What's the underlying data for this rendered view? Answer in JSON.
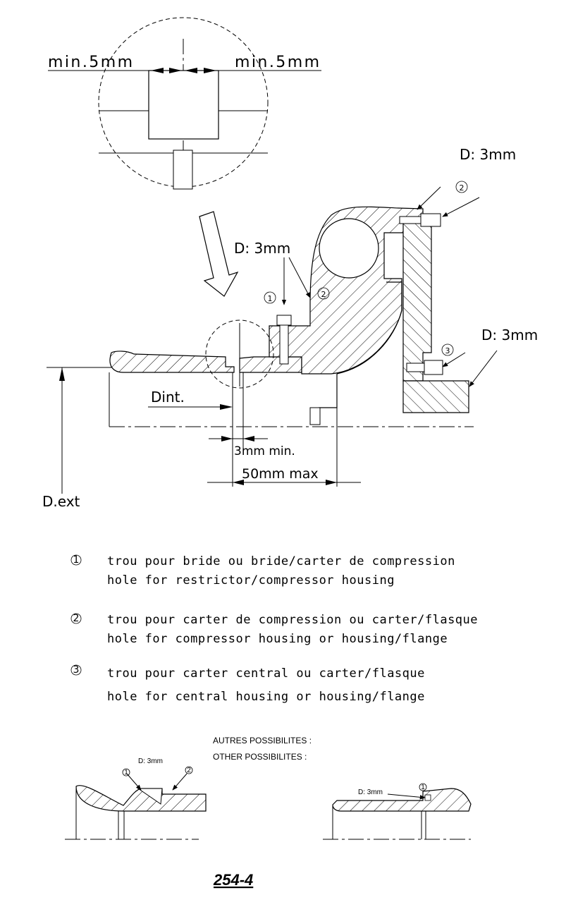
{
  "detail": {
    "min_left": "min.5mm",
    "min_right": "min.5mm"
  },
  "section": {
    "d3_top_right": "D: 3mm",
    "d3_center": "D: 3mm",
    "d3_right": "D: 3mm",
    "marker_1": "1",
    "marker_2_center": "2",
    "marker_2_top": "2",
    "marker_3": "3",
    "dint": "Dint.",
    "dext": "D.ext",
    "dim_3mm": "3mm min.",
    "dim_50mm": "50mm max"
  },
  "legend": {
    "items": [
      {
        "num": "1",
        "fr": "trou pour bride ou bride/carter de compression",
        "en": "hole for restrictor/compressor housing"
      },
      {
        "num": "2",
        "fr": "trou pour carter de compression ou carter/flasque",
        "en": "hole for compressor housing or housing/flange"
      },
      {
        "num": "3",
        "fr": "trou pour carter central ou carter/flasque",
        "en": "hole for central housing or housing/flange"
      }
    ]
  },
  "other": {
    "title_fr": "AUTRES POSSIBILITES :",
    "title_en": "OTHER POSSIBILITES :",
    "left_d3": "D: 3mm",
    "left_m1": "1",
    "left_m2": "2",
    "right_d3": "D: 3mm",
    "right_m1": "1"
  },
  "page_ref": "254-4"
}
